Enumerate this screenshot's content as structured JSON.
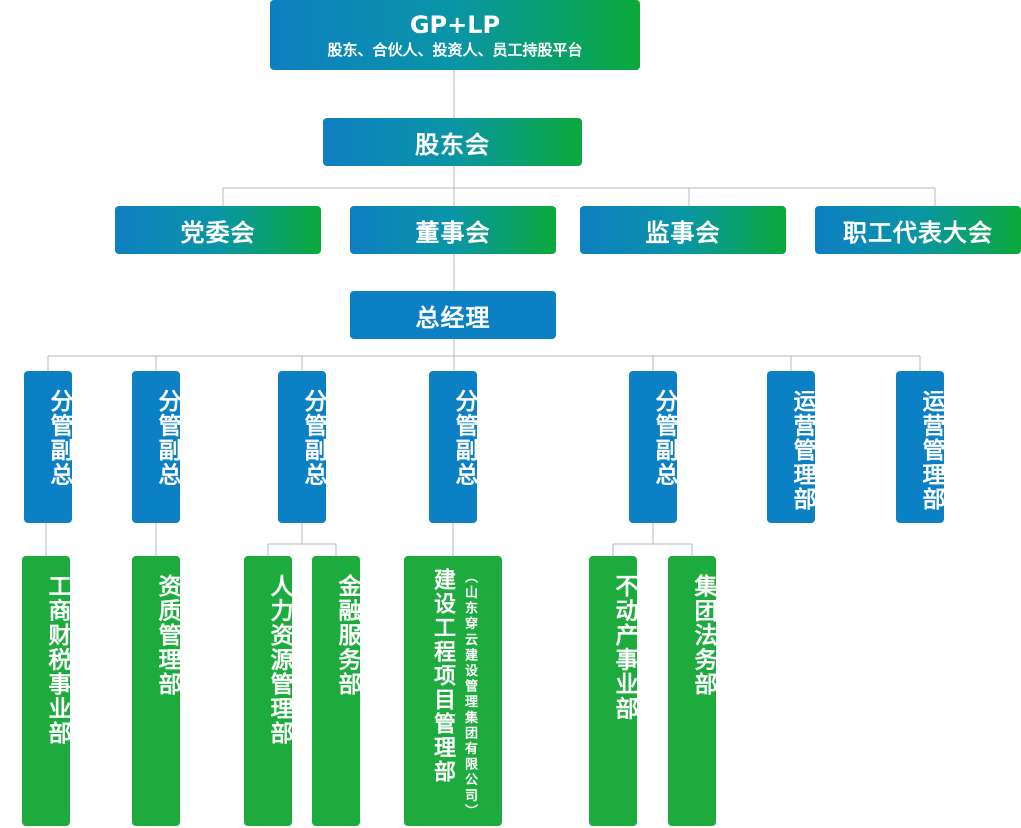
{
  "chart": {
    "root": {
      "title": "GP+LP",
      "subtitle": "股东、合伙人、投资人、员工持股平台"
    },
    "shareholders": "股东会",
    "level2": [
      "党委会",
      "董事会",
      "监事会",
      "职工代表大会"
    ],
    "ceo": "总经理",
    "level4": [
      "分管副总",
      "分管副总",
      "分管副总",
      "分管副总",
      "分管副总",
      "运营管理部",
      "运营管理部"
    ],
    "departments": [
      "工商财税事业部",
      "资质管理部",
      "人力资源管理部",
      "金融服务部",
      "建设工程项目管理部",
      "不动产事业部",
      "集团法务部"
    ],
    "project_note": "（山东穿云建设管理集团有限公司）",
    "colors": {
      "blue": "#0c80c4",
      "green": "#1cab3c",
      "line": "#b9b9b9"
    }
  }
}
